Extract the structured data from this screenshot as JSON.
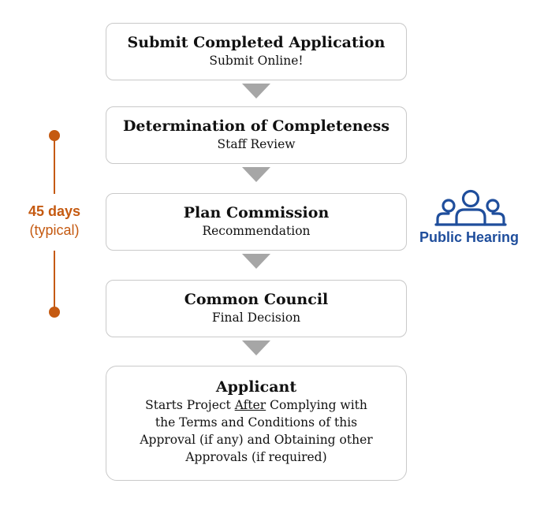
{
  "steps": [
    {
      "title": "Submit Completed Application",
      "subtitle": "Submit Online!"
    },
    {
      "title": "Determination of Completeness",
      "subtitle": "Staff Review"
    },
    {
      "title": "Plan Commission",
      "subtitle": "Recommendation"
    },
    {
      "title": "Common Council",
      "subtitle": "Final Decision"
    },
    {
      "title": "Applicant",
      "desc_line1_before": "Starts Project ",
      "desc_line1_underlined": "After",
      "desc_line1_after": " Complying with",
      "desc_line2": "the Terms and Conditions of this",
      "desc_line3": "Approval (if any) and Obtaining other",
      "desc_line4": "Approvals (if required)"
    }
  ],
  "timeline": {
    "duration": "45 days",
    "qualifier": "(typical)",
    "color": "#c55a11"
  },
  "public_hearing": {
    "label": "Public Hearing",
    "icon": "people-group-icon",
    "color": "#1f4e9c"
  },
  "colors": {
    "arrow": "#a6a6a6",
    "box_border": "#c9c9c9"
  }
}
